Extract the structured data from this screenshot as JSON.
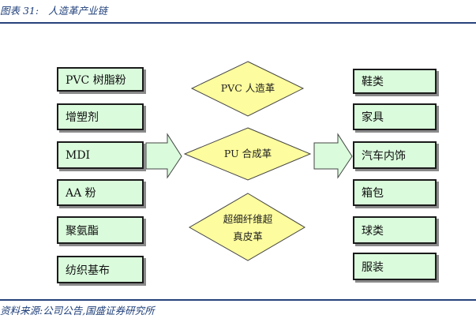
{
  "caption": {
    "label": "图表 31:",
    "title": "人造革产业链"
  },
  "materials": [
    "PVC 树脂粉",
    "增塑剂",
    "MDI",
    "AA 粉",
    "聚氨酯",
    "纺织基布"
  ],
  "leathers": [
    {
      "line1": "PVC 人造革",
      "line2": ""
    },
    {
      "line1": "PU 合成革",
      "line2": ""
    },
    {
      "line1": "超细纤维超",
      "line2": "真皮革"
    }
  ],
  "applications": [
    "鞋类",
    "家具",
    "汽车内饰",
    "箱包",
    "球类",
    "服装"
  ],
  "source": "资料来源:公司公告,国盛证券研究所",
  "colors": {
    "box_fill": "#dafbdc",
    "diamond_fill": "#fdfc9e",
    "arrow_fill": "#dafbdc",
    "rule": "#27437c",
    "caption_text": "#1f3f7a"
  }
}
